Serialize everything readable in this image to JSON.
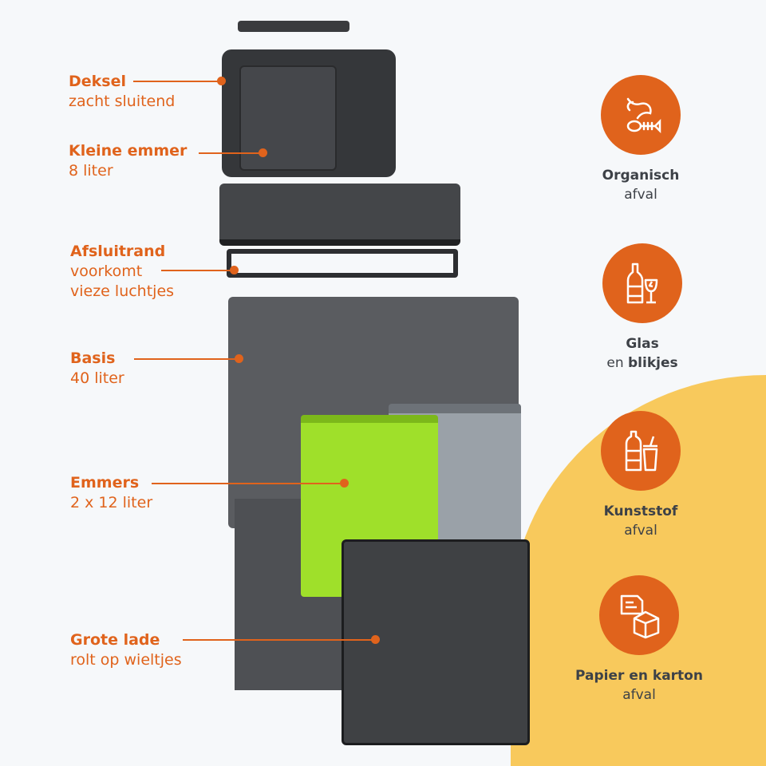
{
  "callouts": [
    {
      "title": "Deksel",
      "subtitle": "zacht sluitend"
    },
    {
      "title": "Kleine emmer",
      "subtitle": "8 liter"
    },
    {
      "title": "Afsluitrand",
      "subtitle": "voorkomt",
      "subtitle2": "vieze luchtjes"
    },
    {
      "title": "Basis",
      "subtitle": "40 liter"
    },
    {
      "title": "Emmers",
      "subtitle": "2 x 12 liter"
    },
    {
      "title": "Grote lade",
      "subtitle": "rolt op wieltjes"
    }
  ],
  "categories": [
    {
      "line1": "Organisch",
      "line2": "afval",
      "icon": "organic-waste-icon"
    },
    {
      "line1": "Glas",
      "line2_prefix": "en ",
      "line2_bold": "blikjes",
      "icon": "glass-bottle-icon"
    },
    {
      "line1": "Kunststof",
      "line2": "afval",
      "icon": "plastic-bottle-icon"
    },
    {
      "line1": "Papier en karton",
      "line2": "afval",
      "icon": "paper-box-icon"
    }
  ],
  "colors": {
    "accent": "#e0631c",
    "background": "#f6f8fa",
    "highlight": "#f8c95c",
    "bucket_green": "#9fe02a",
    "bucket_grey": "#9aa1a8",
    "bin": "#4a4c50"
  }
}
